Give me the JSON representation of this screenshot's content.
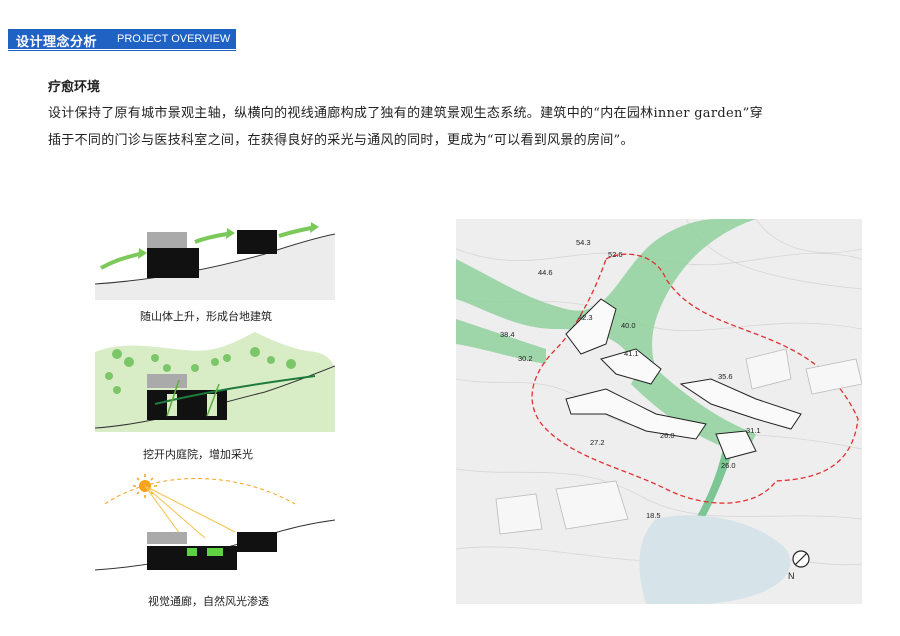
{
  "header": {
    "title": "设计理念分析",
    "subtitle": "PROJECT OVERVIEW"
  },
  "section": {
    "heading": "疗愈环境",
    "body_line1": "设计保持了原有城市景观主轴，纵横向的视线通廊构成了独有的建筑景观生态系统。建筑中的“内在园林inner garden”穿",
    "body_line2": "插于不同的门诊与医技科室之间，在获得良好的采光与通风的同时，更成为“可以看到风景的房间”。"
  },
  "diagrams": [
    {
      "caption": "随山体上升，形成台地建筑"
    },
    {
      "caption": "挖开内庭院，增加采光"
    },
    {
      "caption": "视觉通廊，自然风光渗透"
    }
  ],
  "site_plan": {
    "elevations": [
      "54.3",
      "52.6",
      "44.6",
      "42.3",
      "40.0",
      "38.4",
      "41.1",
      "30.2",
      "35.6",
      "31.1",
      "26.0",
      "27.2",
      "26.0",
      "18.5"
    ],
    "north_label": "N"
  },
  "colors": {
    "brand_blue": "#1f62c4",
    "green": "#8fd19e",
    "arrow_green": "#7bc95a",
    "red_boundary": "#e03030"
  }
}
